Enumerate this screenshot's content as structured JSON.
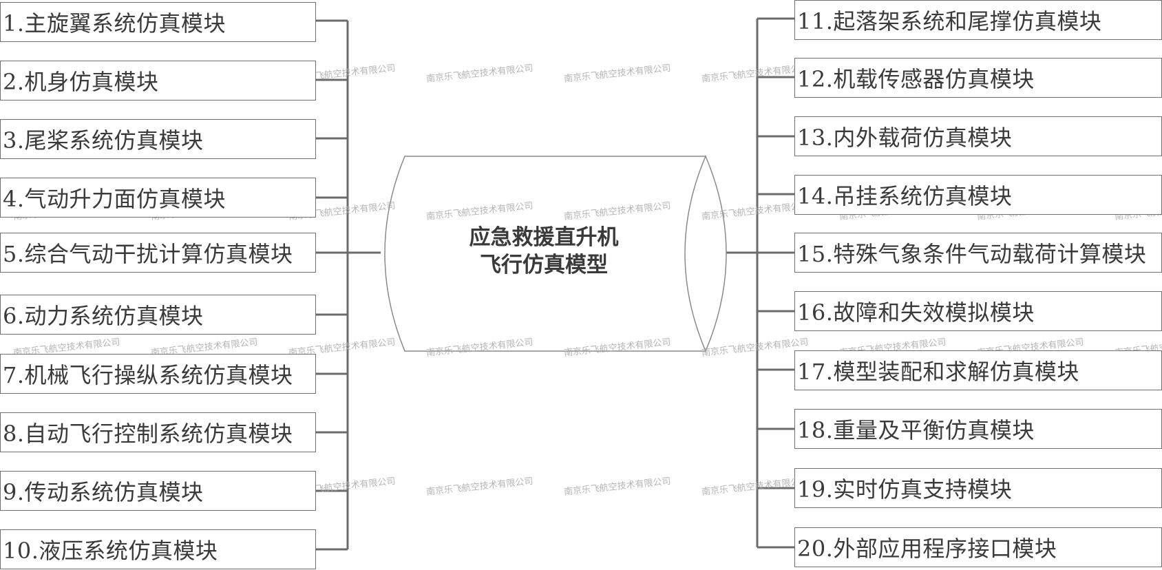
{
  "center": {
    "title_line1": "应急救援直升机",
    "title_line2": "飞行仿真模型"
  },
  "left_modules": [
    "1.主旋翼系统仿真模块",
    "2.机身仿真模块",
    "3.尾桨系统仿真模块",
    "4.气动升力面仿真模块",
    "5.综合气动干扰计算仿真模块",
    "6.动力系统仿真模块",
    "7.机械飞行操纵系统仿真模块",
    "8.自动飞行控制系统仿真模块",
    "9.传动系统仿真模块",
    "10.液压系统仿真模块"
  ],
  "right_modules": [
    "11.起落架系统和尾撑仿真模块",
    "12.机载传感器仿真模块",
    "13.内外载荷仿真模块",
    "14.吊挂系统仿真模块",
    "15.特殊气象条件气动载荷计算模块",
    "16.故障和失效模拟模块",
    "17.模型装配和求解仿真模块",
    "18.重量及平衡仿真模块",
    "19.实时仿真支持模块",
    "20.外部应用程序接口模块"
  ],
  "watermark": "南京乐飞航空技术有限公司",
  "colors": {
    "line": "#6b6b6b",
    "text": "#3a3a3a",
    "watermark": "#a8a8a8"
  }
}
